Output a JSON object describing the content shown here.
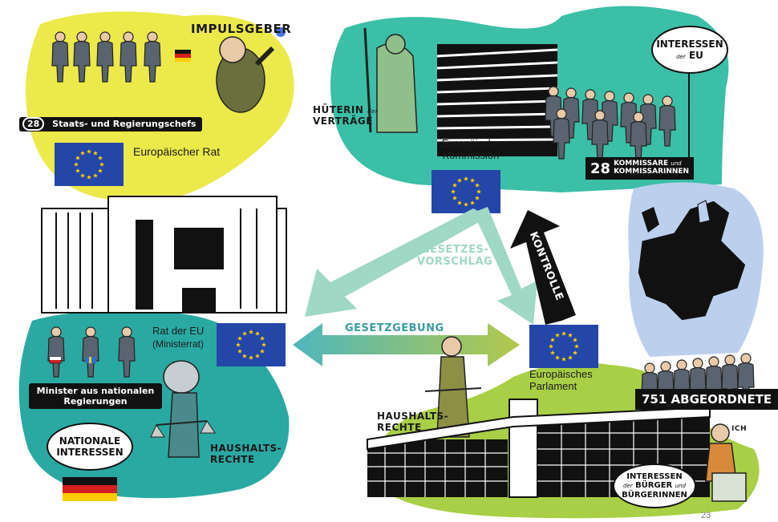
{
  "council": {
    "heads_count": "28",
    "heads_label": "Staats- und Regierungschefs",
    "impulse_label": "IMPULSGEBER",
    "name": "Europäischer Rat"
  },
  "commission": {
    "guardian_label_1": "HÜTERIN",
    "guardian_label_small": "der",
    "guardian_label_2": "VERTRÄGE",
    "name": "Europäische Kommission",
    "interests_title": "INTERESSEN",
    "interests_small": "der",
    "interests_eu": "EU",
    "commissioners_count": "28",
    "commissioners_line1": "KOMMISSARE",
    "commissioners_small": "und",
    "commissioners_line2": "KOMMISSARINNEN"
  },
  "council_eu": {
    "name": "Rat der EU",
    "subname": "(Ministerrat)",
    "ministers_line1": "Minister aus nationalen",
    "ministers_line2": "Regierungen",
    "national_line1": "NATIONALE",
    "national_line2": "INTERESSEN",
    "budget_line1": "HAUSHALTS-",
    "budget_line2": "RECHTE"
  },
  "parliament": {
    "name": "Europäisches Parlament",
    "deputies": "751 ABGEORDNETE",
    "budget_line1": "HAUSHALTS-",
    "budget_line2": "RECHTE",
    "citizens_line1": "INTERESSEN",
    "citizens_small": "der",
    "citizens_line2": "BÜRGER",
    "citizens_small2": "und",
    "citizens_line3": "BÜRGERINNEN",
    "ich_label": "ICH"
  },
  "arrows": {
    "proposal_line1": "GESETZES-",
    "proposal_line2": "VORSCHLAG",
    "legislation": "GESETZGEBUNG",
    "control": "KONTROLLE"
  },
  "page_number": "23",
  "colors": {
    "eu_blue": "#2446a8",
    "eu_star": "#ffd200",
    "yellow_blob": "#ece94a",
    "teal_blob": "#3bbfa6",
    "teal_dark_blob": "#2aa9a3",
    "green_blob": "#a8cf45",
    "map_blue": "#bcd0ee",
    "arrow_green": "#9fd8c5",
    "arrow_gradient_start": "#4fb6bd",
    "arrow_gradient_end": "#a8c64d"
  }
}
